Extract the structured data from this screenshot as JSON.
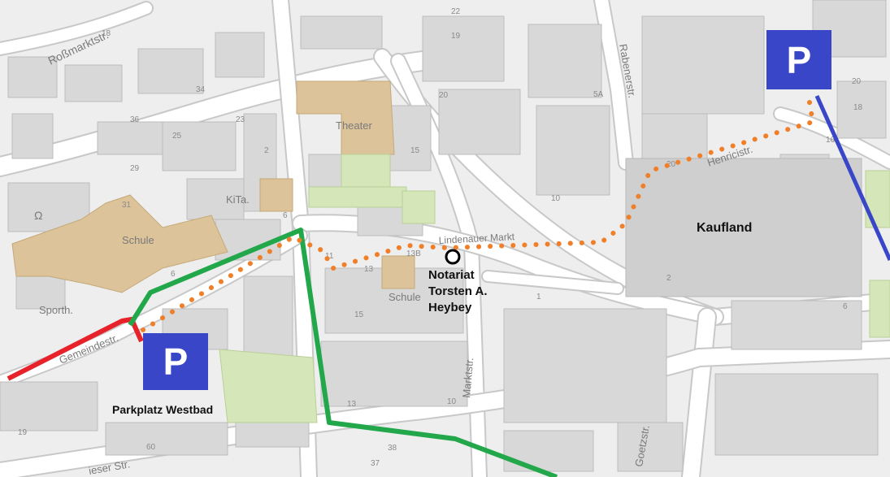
{
  "map": {
    "street_labels": {
      "rossmarkt": "Roßmarktstr.",
      "rabener": "Rabenerstr.",
      "henrici": "Henricistr.",
      "gemeinde": "Gemeindestr.",
      "markt": "Marktstr.",
      "goetz": "Goetzstr.",
      "wieser": "ieser Str.",
      "linden": "Lindenauer Markt"
    },
    "place_labels": {
      "theater": "Theater",
      "kita": "KiTa.",
      "schule1": "Schule",
      "schule2": "Schule",
      "sporth": "Sporth.",
      "kaufland": "Kaufland",
      "omega": "Ω"
    },
    "destination": {
      "line1": "Notariat",
      "line2": "Torsten A.",
      "line3": "Heybey"
    },
    "parking": [
      {
        "symbol": "P",
        "label": "Parkplatz Westbad"
      },
      {
        "symbol": "P",
        "label": ""
      }
    ],
    "route_colors": {
      "red": "#e8222b",
      "green": "#22a84a",
      "blue": "#3a46c8",
      "orange_dotted": "#f07f2a",
      "parking": "#3a46c8"
    }
  }
}
